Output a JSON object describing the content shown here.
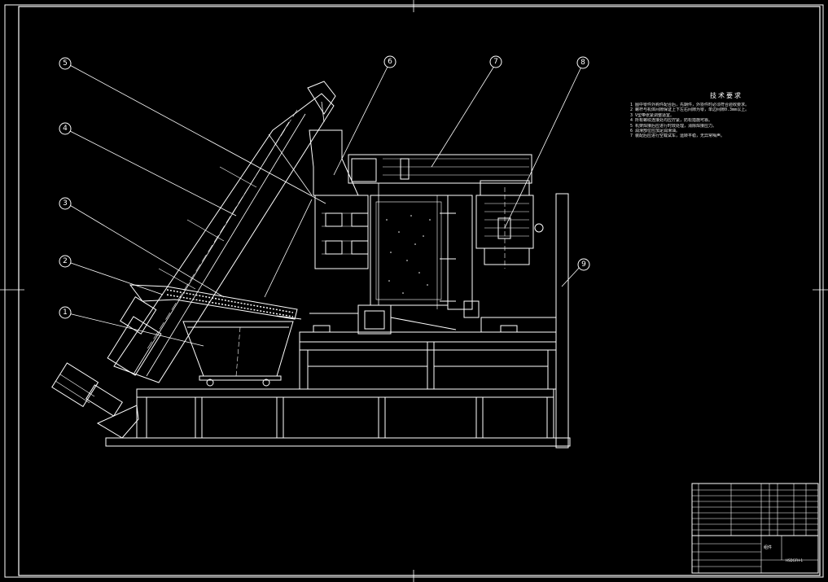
{
  "drawing": {
    "callouts": [
      {
        "id": "1",
        "label": "1"
      },
      {
        "id": "2",
        "label": "2"
      },
      {
        "id": "3",
        "label": "3"
      },
      {
        "id": "4",
        "label": "4"
      },
      {
        "id": "5",
        "label": "5"
      },
      {
        "id": "6",
        "label": "6"
      },
      {
        "id": "7",
        "label": "7"
      },
      {
        "id": "8",
        "label": "8"
      },
      {
        "id": "9",
        "label": "9"
      }
    ],
    "technical_requirements": {
      "title": "技术要求",
      "lines": [
        "1 图中零件外购件配合后，先期件，外协件时必须符合验收要求。",
        "2 螺杆与机体间隙保证上下左右间隙为零，单边间隙0.3mm以上。",
        "3 V型带张紧调整适宜。",
        "4 所有螺纹连接处均应拧紧，防松措施可靠。",
        "5 机架焊接后应进行时效处理，消除焊接应力。",
        "6 润滑部位应加足润滑油。",
        "7 装配后应进行空载试车，运转平稳，无异常噪声。"
      ]
    },
    "title_block": {
      "title": "组件",
      "drawing_no": "HSDGFH-1"
    }
  },
  "colors": {
    "background": "#000000",
    "line": "#ffffff",
    "frame": "#ffffff"
  }
}
